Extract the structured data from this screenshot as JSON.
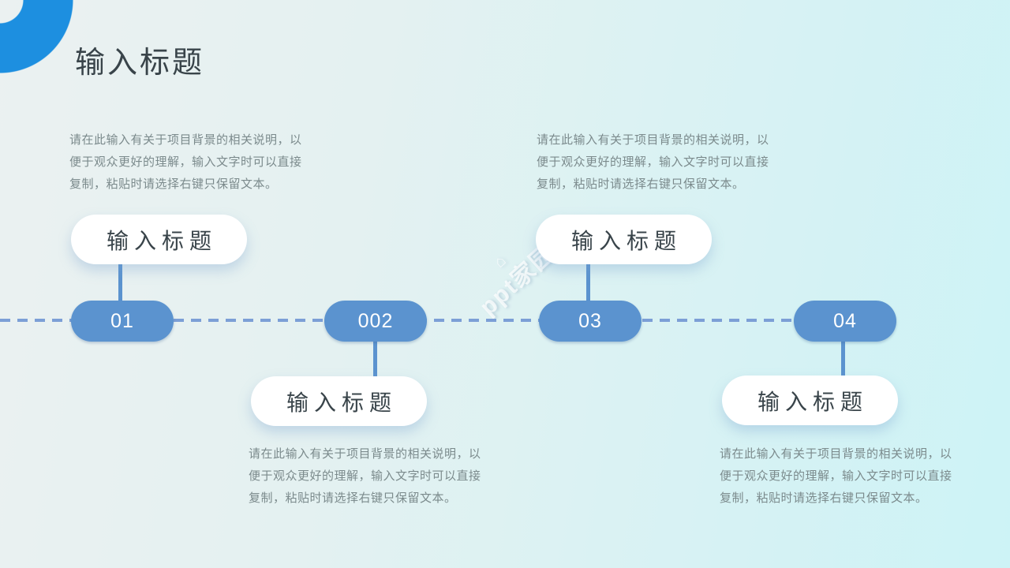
{
  "slide": {
    "title": "输入标题",
    "watermark": "ppt家园",
    "description": {
      "lines": [
        "请在此输入有关于项目背景的相关说明，以",
        "便于观众更好的理解，输入文字时可以直接",
        "复制，粘贴时请选择右键只保留文本。"
      ]
    },
    "timeline": {
      "items": [
        {
          "number": "01",
          "label": "输入标题",
          "label_position": "above"
        },
        {
          "number": "002",
          "label": "输入标题",
          "label_position": "below"
        },
        {
          "number": "03",
          "label": "输入标题",
          "label_position": "above"
        },
        {
          "number": "04",
          "label": "输入标题",
          "label_position": "below"
        }
      ]
    },
    "colors": {
      "ring_blue": "#1d8fe0",
      "node_blue": "#5b93cf",
      "dash_blue": "#7c9fd6",
      "title_dark": "#39444a",
      "body_gray": "#7b8a8c",
      "background_left": "#ebf1f1",
      "background_right": "#cdf3f6"
    }
  }
}
